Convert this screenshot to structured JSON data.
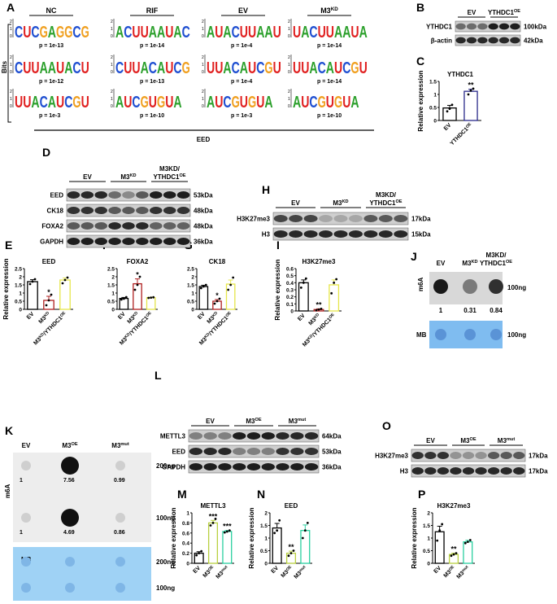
{
  "panel_letters": [
    "A",
    "B",
    "C",
    "D",
    "E",
    "F",
    "G",
    "H",
    "I",
    "J",
    "K",
    "L",
    "M",
    "N",
    "O",
    "P"
  ],
  "motif": {
    "columns": [
      "NC",
      "RIF",
      "EV",
      "M3KD"
    ],
    "bits_label": "Bits",
    "eed_label": "EED",
    "colors": {
      "A": "#2ca02c",
      "C": "#1f4fd1",
      "G": "#f0a020",
      "U": "#e02020"
    },
    "rows": [
      [
        {
          "seq": "CUCGAGGCG",
          "p": "p = 1e-13"
        },
        {
          "seq": "ACUUAAUAC",
          "p": "p = 1e-14"
        },
        {
          "seq": "AUACUUAAU",
          "p": "p = 1e-4"
        },
        {
          "seq": "UACUUAAUA",
          "p": "p = 1e-14"
        }
      ],
      [
        {
          "seq": "CUUAAUACU",
          "p": "p = 1e-12"
        },
        {
          "seq": "CUUACAUCG",
          "p": "p = 1e-13"
        },
        {
          "seq": "UUACAUCGU",
          "p": "p = 1e-4"
        },
        {
          "seq": "UUACAUCGU",
          "p": "p = 1e-14"
        }
      ],
      [
        {
          "seq": "UUACAUCGU",
          "p": "p = 1e-3"
        },
        {
          "seq": "AUCGUGUA",
          "p": "p = 1e-10"
        },
        {
          "seq": "AUCGUGUA",
          "p": "p = 1e-3"
        },
        {
          "seq": "AUCGUGUA",
          "p": "p = 1e-10"
        }
      ]
    ]
  },
  "blots": {
    "B": {
      "groups": [
        "EV",
        "YTHDC1OE"
      ],
      "rows": [
        {
          "name": "YTHDC1",
          "kda": "100kDa"
        },
        {
          "name": "β-actin",
          "kda": "42kDa"
        }
      ]
    },
    "D": {
      "groups": [
        "EV",
        "M3KD",
        "M3KD/\nYTHDC1OE"
      ],
      "rows": [
        {
          "name": "EED",
          "kda": "53kDa"
        },
        {
          "name": "CK18",
          "kda": "48kDa"
        },
        {
          "name": "FOXA2",
          "kda": "48kDa"
        },
        {
          "name": "GAPDH",
          "kda": "36kDa"
        }
      ]
    },
    "H": {
      "groups": [
        "EV",
        "M3KD",
        "M3KD/\nYTHDC1OE"
      ],
      "rows": [
        {
          "name": "H3K27me3",
          "kda": "17kDa"
        },
        {
          "name": "H3",
          "kda": "15kDa"
        }
      ]
    },
    "L": {
      "groups": [
        "EV",
        "M3OE",
        "M3mut"
      ],
      "rows": [
        {
          "name": "METTL3",
          "kda": "64kDa"
        },
        {
          "name": "EED",
          "kda": "53kDa"
        },
        {
          "name": "GAPDH",
          "kda": "36kDa"
        }
      ]
    },
    "O": {
      "groups": [
        "EV",
        "M3OE",
        "M3mut"
      ],
      "rows": [
        {
          "name": "H3K27me3",
          "kda": "17kDa"
        },
        {
          "name": "H3",
          "kda": "17kDa"
        }
      ]
    }
  },
  "dotblot": {
    "J": {
      "cols": [
        "EV",
        "M3KD",
        "M3KD/\nYTHDC1OE"
      ],
      "values": [
        "1",
        "0.31",
        "0.84"
      ],
      "ylab": "m6A",
      "mb": "MB",
      "amount": "100ng",
      "mbamount": "100ng"
    },
    "K": {
      "cols": [
        "EV",
        "M3OE",
        "M3mut"
      ],
      "rows": [
        {
          "amount": "200ng",
          "values": [
            "1",
            "7.56",
            "0.99"
          ]
        },
        {
          "amount": "100ng",
          "values": [
            "1",
            "4.69",
            "0.86"
          ]
        }
      ],
      "ylab": "m6A",
      "mb": "MB",
      "mbamounts": [
        "200ng",
        "100ng"
      ]
    }
  },
  "chart_data": [
    {
      "panel": "C",
      "type": "bar",
      "title": "YTHDC1",
      "ylabel": "Relative expression",
      "categories": [
        "EV",
        "YTHDC1OE"
      ],
      "values": [
        0.48,
        1.12
      ],
      "errors": [
        0.1,
        0.08
      ],
      "points": [
        [
          0.35,
          0.45,
          0.6
        ],
        [
          1.0,
          1.15,
          1.22
        ]
      ],
      "ylim": [
        0,
        1.5
      ],
      "ticks": [
        0,
        0.5,
        1,
        1.5
      ],
      "sig": [
        "",
        "**"
      ],
      "colors": [
        "#000000",
        "#2a2a8a"
      ]
    },
    {
      "panel": "E",
      "type": "bar",
      "title": "EED",
      "ylabel": "Relative expression",
      "categories": [
        "EV",
        "M3KD",
        "M3KD/YTHDC1OE"
      ],
      "values": [
        1.7,
        0.55,
        1.8
      ],
      "errors": [
        0.12,
        0.25,
        0.12
      ],
      "points": [
        [
          1.55,
          1.7,
          1.85
        ],
        [
          0.25,
          0.55,
          0.9
        ],
        [
          1.6,
          1.8,
          1.95
        ]
      ],
      "ylim": [
        0,
        2.5
      ],
      "ticks": [
        0,
        0.5,
        1,
        1.5,
        2,
        2.5
      ],
      "sig": [
        "",
        "*",
        ""
      ],
      "colors": [
        "#000000",
        "#b02020",
        "#e6e64a"
      ]
    },
    {
      "panel": "F",
      "type": "bar",
      "title": "FOXA2",
      "ylabel": "",
      "categories": [
        "EV",
        "M3KD",
        "M3KD/YTHDC1OE"
      ],
      "values": [
        0.67,
        1.57,
        0.72
      ],
      "errors": [
        0.06,
        0.3,
        0.02
      ],
      "points": [
        [
          0.6,
          0.65,
          0.75
        ],
        [
          1.2,
          1.5,
          2.0
        ],
        [
          0.7,
          0.72,
          0.74
        ]
      ],
      "ylim": [
        0,
        2.5
      ],
      "ticks": [
        0,
        0.5,
        1,
        1.5,
        2,
        2.5
      ],
      "sig": [
        "",
        "*",
        ""
      ],
      "colors": [
        "#000000",
        "#b02020",
        "#e6e64a"
      ]
    },
    {
      "panel": "G",
      "type": "bar",
      "title": "CK18",
      "ylabel": "",
      "categories": [
        "EV",
        "M3KD",
        "M3KD/YTHDC1OE"
      ],
      "values": [
        1.4,
        0.5,
        1.55
      ],
      "errors": [
        0.08,
        0.1,
        0.25
      ],
      "points": [
        [
          1.3,
          1.4,
          1.5
        ],
        [
          0.35,
          0.5,
          0.65
        ],
        [
          1.2,
          1.5,
          1.95
        ]
      ],
      "ylim": [
        0,
        2.5
      ],
      "ticks": [
        0,
        0.5,
        1,
        1.5,
        2,
        2.5
      ],
      "sig": [
        "",
        "*",
        ""
      ],
      "colors": [
        "#000000",
        "#b02020",
        "#e6e64a"
      ]
    },
    {
      "panel": "I",
      "type": "bar",
      "title": "H3K27me3",
      "ylabel": "Relative expression",
      "categories": [
        "EV",
        "M3KD",
        "M3KD/YTHDC1OE"
      ],
      "values": [
        0.4,
        0.02,
        0.37
      ],
      "errors": [
        0.04,
        0.01,
        0.07
      ],
      "points": [
        [
          0.33,
          0.4,
          0.46
        ],
        [
          0.01,
          0.02,
          0.03
        ],
        [
          0.25,
          0.4,
          0.45
        ]
      ],
      "ylim": [
        0,
        0.6
      ],
      "ticks": [
        0,
        0.1,
        0.2,
        0.3,
        0.4,
        0.5,
        0.6
      ],
      "sig": [
        "",
        "**",
        ""
      ],
      "colors": [
        "#000000",
        "#b02020",
        "#e6e64a"
      ]
    },
    {
      "panel": "M",
      "type": "bar",
      "title": "METTL3",
      "ylabel": "Relative expression",
      "categories": [
        "EV",
        "M3OE",
        "M3mut"
      ],
      "values": [
        0.2,
        0.8,
        0.63
      ],
      "errors": [
        0.03,
        0.05,
        0.02
      ],
      "points": [
        [
          0.16,
          0.2,
          0.24
        ],
        [
          0.75,
          0.8,
          0.88
        ],
        [
          0.61,
          0.63,
          0.65
        ]
      ],
      "ylim": [
        0,
        1
      ],
      "ticks": [
        0,
        0.2,
        0.4,
        0.6,
        0.8,
        1
      ],
      "sig": [
        "",
        "***",
        "***"
      ],
      "colors": [
        "#000000",
        "#b8d040",
        "#2ad0a0"
      ]
    },
    {
      "panel": "N",
      "type": "bar",
      "title": "EED",
      "ylabel": "Relative expression",
      "categories": [
        "EV",
        "M3OE",
        "M3mut"
      ],
      "values": [
        1.4,
        0.4,
        1.3
      ],
      "errors": [
        0.18,
        0.08,
        0.22
      ],
      "points": [
        [
          1.2,
          1.3,
          1.7
        ],
        [
          0.3,
          0.4,
          0.5
        ],
        [
          1.0,
          1.3,
          1.6
        ]
      ],
      "ylim": [
        0,
        2
      ],
      "ticks": [
        0,
        0.5,
        1,
        1.5,
        2
      ],
      "sig": [
        "",
        "**",
        ""
      ],
      "colors": [
        "#000000",
        "#b8d040",
        "#2ad0a0"
      ]
    },
    {
      "panel": "P",
      "type": "bar",
      "title": "H3K27me3",
      "ylabel": "Relative expression",
      "categories": [
        "EV",
        "M3OE",
        "M3mut"
      ],
      "values": [
        1.25,
        0.35,
        0.85
      ],
      "errors": [
        0.22,
        0.05,
        0.06
      ],
      "points": [
        [
          0.9,
          1.3,
          1.55
        ],
        [
          0.3,
          0.35,
          0.4
        ],
        [
          0.8,
          0.85,
          0.92
        ]
      ],
      "ylim": [
        0,
        2
      ],
      "ticks": [
        0,
        0.5,
        1,
        1.5,
        2
      ],
      "sig": [
        "",
        "**",
        ""
      ],
      "colors": [
        "#000000",
        "#b8d040",
        "#2ad0a0"
      ]
    }
  ]
}
